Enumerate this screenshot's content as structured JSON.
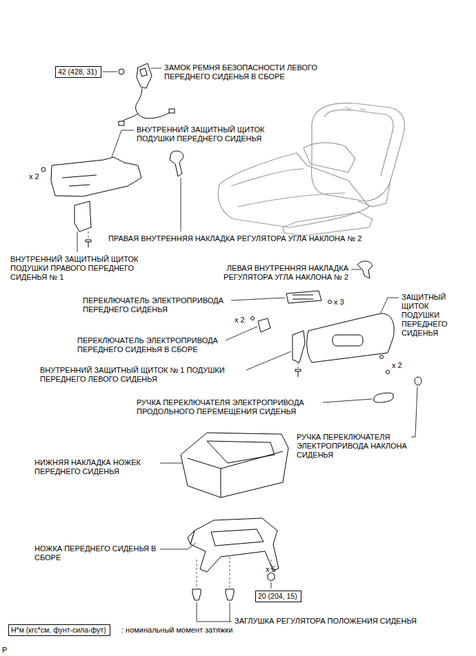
{
  "diagram": {
    "nodes": [
      {
        "text": [
          "42 (428, 31)"
        ]
      },
      {
        "text": [
          "20 (204, 15)"
        ]
      },
      {
        "text": [
          "Н*м (кгс*см, фунт-сила-фут)"
        ]
      }
    ],
    "labels": [
      "ЗАМОК РЕМНЯ БЕЗОПАСНОСТИ ЛЕВОГО ПЕРЕДНЕГО СИДЕНЬЯ В СБОРЕ",
      "ВНУТРЕННИЙ ЗАЩИТНЫЙ ЩИТОК ПОДУШКИ ПЕРЕДНЕГО СИДЕНЬЯ",
      "x 2",
      "ПРАВАЯ ВНУТРЕННЯЯ НАКЛАДКА РЕГУЛЯТОРА УГЛА НАКЛОНА № 2",
      "ВНУТРЕННИЙ ЗАЩИТНЫЙ ЩИТОК ПОДУШКИ ПРАВОГО ПЕРЕДНЕГО СИДЕНЬЯ № 1",
      "ЛЕВАЯ ВНУТРЕННЯЯ НАКЛАДКА РЕГУЛЯТОРА УГЛА НАКЛОНА № 2",
      "ПЕРЕКЛЮЧАТЕЛЬ ЭЛЕКТРОПРИВОДА ПЕРЕДНЕГО СИДЕНЬЯ",
      "x 3",
      "ЗАЩИТНЫЙ ЩИТОК ПОДУШКИ ПЕРЕДНЕГО СИДЕНЬЯ",
      "x 2",
      "ПЕРЕКЛЮЧАТЕЛЬ ЭЛЕКТРОПРИВОДА ПЕРЕДНЕГО СИДЕНЬЯ В СБОРЕ",
      "x 2",
      "ВНУТРЕННИЙ ЗАЩИТНЫЙ ЩИТОК № 1 ПОДУШКИ ПЕРЕДНЕГО ЛЕВОГО СИДЕНЬЯ",
      "РУЧКА ПЕРЕКЛЮЧАТЕЛЯ ЭЛЕКТРОПРИВОДА ПРОДОЛЬНОГО ПЕРЕМЕЩЕНИЯ СИДЕНЬЯ",
      "РУЧКА ПЕРЕКЛЮЧАТЕЛЯ ЭЛЕКТРОПРИВОДА НАКЛОНА СИДЕНЬЯ",
      "НИЖНЯЯ НАКЛАДКА НОЖЕК ПЕРЕДНЕГО СИДЕНЬЯ",
      "НОЖКА ПЕРЕДНЕГО СИДЕНЬЯ В СБОРЕ",
      "x 5",
      "ЗАГЛУШКА РЕГУЛЯТОРА ПОЛОЖЕНИЯ СИДЕНЬЯ",
      ": номинальный момент затяжки",
      "P"
    ]
  }
}
